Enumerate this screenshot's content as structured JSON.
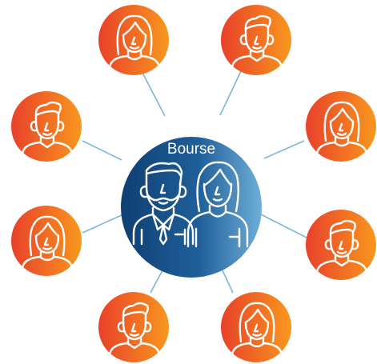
{
  "hub": {
    "title": "Bourse",
    "icon": "two-people-icon"
  },
  "nodes": [
    {
      "position": "top-left",
      "icon": "woman-icon"
    },
    {
      "position": "top-right",
      "icon": "man-icon"
    },
    {
      "position": "upper-left",
      "icon": "man-icon"
    },
    {
      "position": "upper-right",
      "icon": "woman-icon"
    },
    {
      "position": "lower-left",
      "icon": "woman-icon"
    },
    {
      "position": "lower-right",
      "icon": "man-icon"
    },
    {
      "position": "bottom-left",
      "icon": "man-icon"
    },
    {
      "position": "bottom-right",
      "icon": "woman-icon"
    }
  ],
  "colors": {
    "node_gradient_start": "#e8412a",
    "node_gradient_end": "#f8971d",
    "hub_gradient_start": "#0f3f73",
    "hub_gradient_end": "#6eaed9",
    "connector": "#7ab7d8"
  }
}
